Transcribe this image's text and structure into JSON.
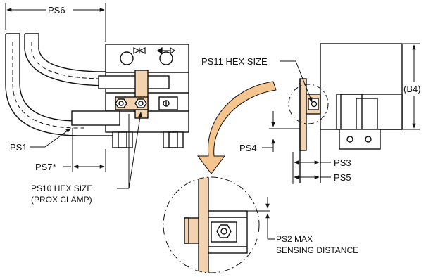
{
  "labels": {
    "ps6": "PS6",
    "ps11": "PS11 HEX SIZE",
    "b4": "(B4)",
    "ps1": "PS1",
    "ps4": "PS4",
    "ps3": "PS3",
    "ps7": "PS7*",
    "ps5": "PS5",
    "ps10_line1": "PS10 HEX SIZE",
    "ps10_line2": "(PROX CLAMP)",
    "ps2_line1": "PS2 MAX",
    "ps2_line2": "SENSING DISTANCE"
  },
  "colors": {
    "line": "#111111",
    "bracket": "#f3d2b0",
    "arrow": "#f4c58f"
  },
  "icons": {
    "valve_symbol": "valve-symbol-icon",
    "flow_arrow_symbol": "flow-arrow-symbol-icon"
  }
}
